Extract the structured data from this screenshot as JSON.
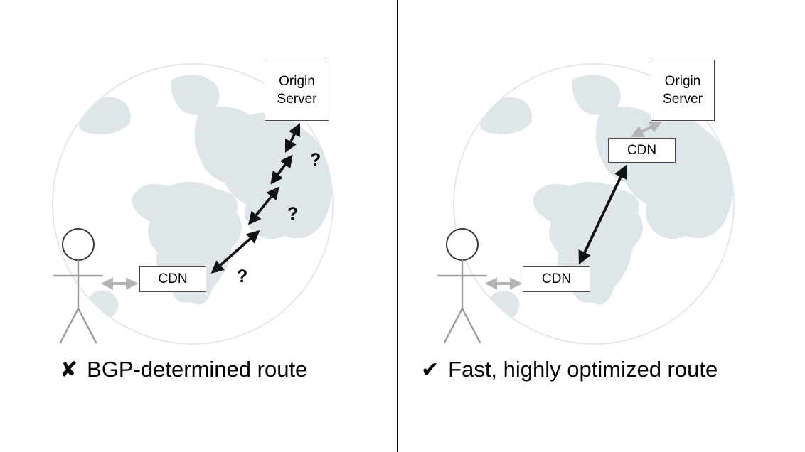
{
  "left_panel": {
    "origin_server": {
      "line1": "Origin",
      "line2": "Server"
    },
    "cdn_label": "CDN",
    "question_marks": [
      "?",
      "?",
      "?"
    ],
    "caption": {
      "icon": "✘",
      "text": "BGP-determined route"
    }
  },
  "right_panel": {
    "origin_server": {
      "line1": "Origin",
      "line2": "Server"
    },
    "cdn_near_user_label": "CDN",
    "cdn_near_origin_label": "CDN",
    "caption": {
      "icon": "✔",
      "text": "Fast, highly optimized route"
    }
  },
  "colors": {
    "landmass": "#dfe6ea",
    "globe_outline": "#e2e8ec",
    "black_arrow": "#111111",
    "gray_arrow": "#b3b3b3",
    "figure_body": "#9a9a9a",
    "figure_head_outline": "#3a3a3a",
    "box_border": "#4a4a4a",
    "divider": "#000000",
    "text": "#000000"
  }
}
